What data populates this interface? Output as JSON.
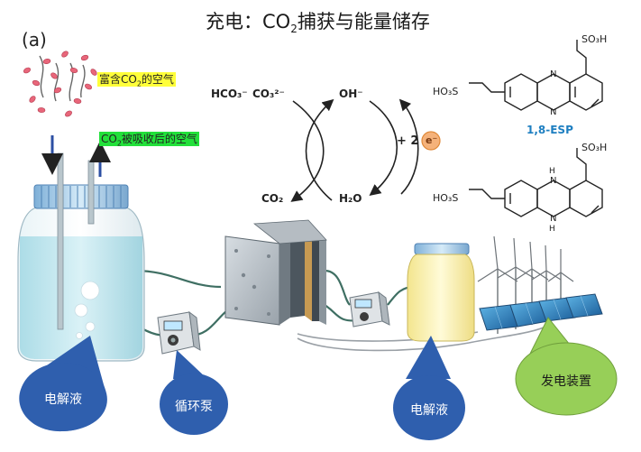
{
  "title": {
    "pre": "充电：CO",
    "sub": "2",
    "post": "捕获与能量储存"
  },
  "panel_label": "(a)",
  "air_in": {
    "pre": "富含CO",
    "sub": "2",
    "post": "的空气"
  },
  "air_out": {
    "pre": "CO",
    "sub": "2",
    "post": "被吸收后的空气"
  },
  "chem": {
    "hco3": "HCO₃⁻",
    "co3": "CO₃²⁻",
    "oh": "OH⁻",
    "co2": "CO₂",
    "h2o": "H₂O",
    "plus2": "+ 2",
    "electron": "e⁻",
    "esp_name": "1,8-ESP",
    "so3h_1": "SO₃H",
    "ho3s_1": "HO₃S",
    "so3h_2": "SO₃H",
    "ho3s_2": "HO₃S",
    "n_top": "N",
    "n_bottom": "N",
    "h_top": "H",
    "nh_top": "N",
    "nh_bottom": "N",
    "h_bottom": "H"
  },
  "callouts": {
    "electrolyte_left": "电解液",
    "pump": "循环泵",
    "electrolyte_right": "电解液",
    "power": "发电装置"
  },
  "colors": {
    "callout_blue": "#2f5fae",
    "callout_green": "#97cf58",
    "liquid_blue": "#bfe6ee",
    "liquid_yellow": "#fbf3b6",
    "esp_blue": "#1e7fc1"
  }
}
